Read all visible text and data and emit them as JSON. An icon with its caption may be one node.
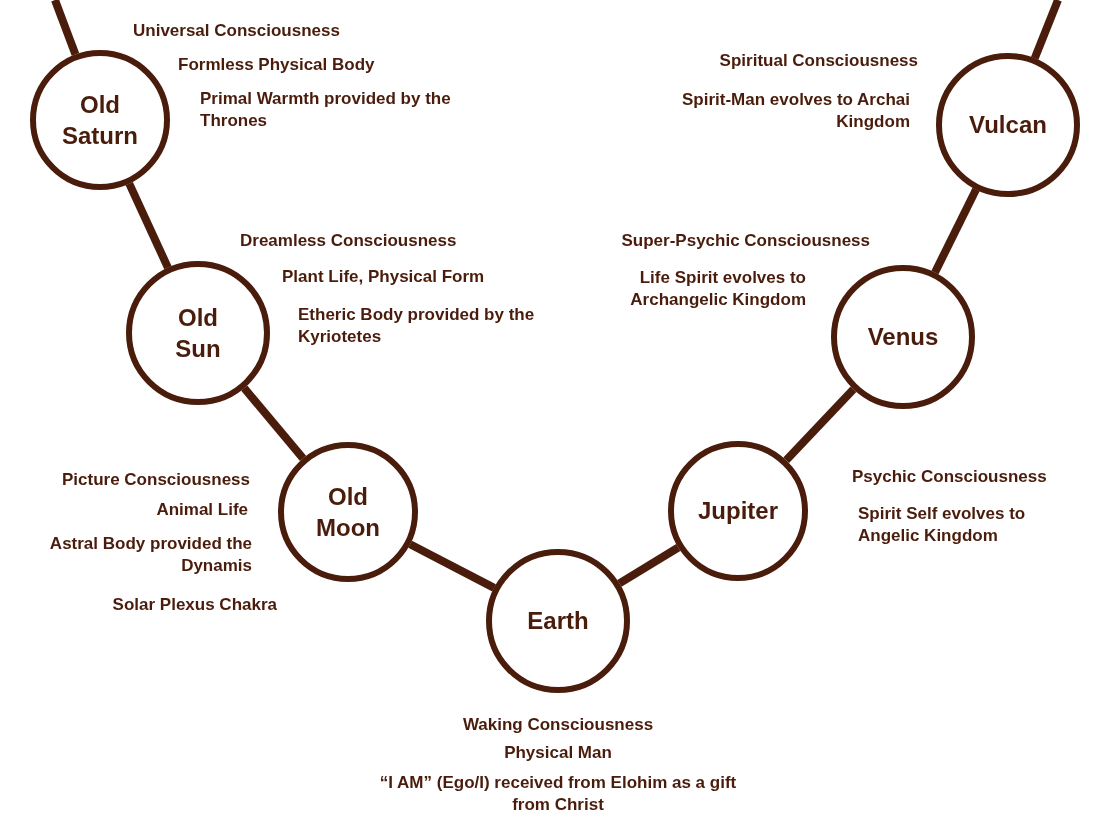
{
  "diagram": {
    "nodes": [
      {
        "text": [
          "Old Saturn"
        ],
        "beside": [
          "Universal Consciousness",
          "Formless Physical Body",
          "Primal Warmth provided by the Thrones"
        ]
      },
      {
        "text": [
          "Old Sun"
        ],
        "beside": [
          "Dreamless Consciousness",
          "Plant Life, Physical Form",
          "Etheric Body provided by the Kyriotetes"
        ]
      },
      {
        "text": [
          "Old Moon"
        ],
        "beside": [
          "Picture Consciousness",
          "Animal Life",
          "Astral Body provided the Dynamis",
          "Solar Plexus Chakra"
        ]
      },
      {
        "text": [
          "Earth"
        ],
        "beside": [
          "Waking Consciousness",
          "Physical Man",
          "“I AM” (Ego/I) received from Elohim as a gift from Christ"
        ]
      },
      {
        "text": [
          "Jupiter"
        ],
        "beside": [
          "Psychic Consciousness",
          "Spirit Self evolves to Angelic Kingdom"
        ]
      },
      {
        "text": [
          "Venus"
        ],
        "beside": [
          "Super-Psychic Consciousness",
          "Life Spirit evolves to Archangelic Kingdom"
        ]
      },
      {
        "text": [
          "Vulcan"
        ],
        "beside": [
          "Spiritual Consciousness",
          "Spirit-Man evolves to Archai Kingdom"
        ]
      }
    ],
    "edges": [
      {
        "from": null,
        "to": 0,
        "arrow": "none"
      },
      {
        "from": 0,
        "to": 1,
        "arrow": "none"
      },
      {
        "from": 1,
        "to": 2,
        "arrow": "none"
      },
      {
        "from": 2,
        "to": 3,
        "arrow": "none"
      },
      {
        "from": 3,
        "to": 4,
        "arrow": "none"
      },
      {
        "from": 4,
        "to": 5,
        "arrow": "none"
      },
      {
        "from": 5,
        "to": 6,
        "arrow": "none"
      },
      {
        "from": 6,
        "to": null,
        "arrow": "none"
      }
    ]
  }
}
